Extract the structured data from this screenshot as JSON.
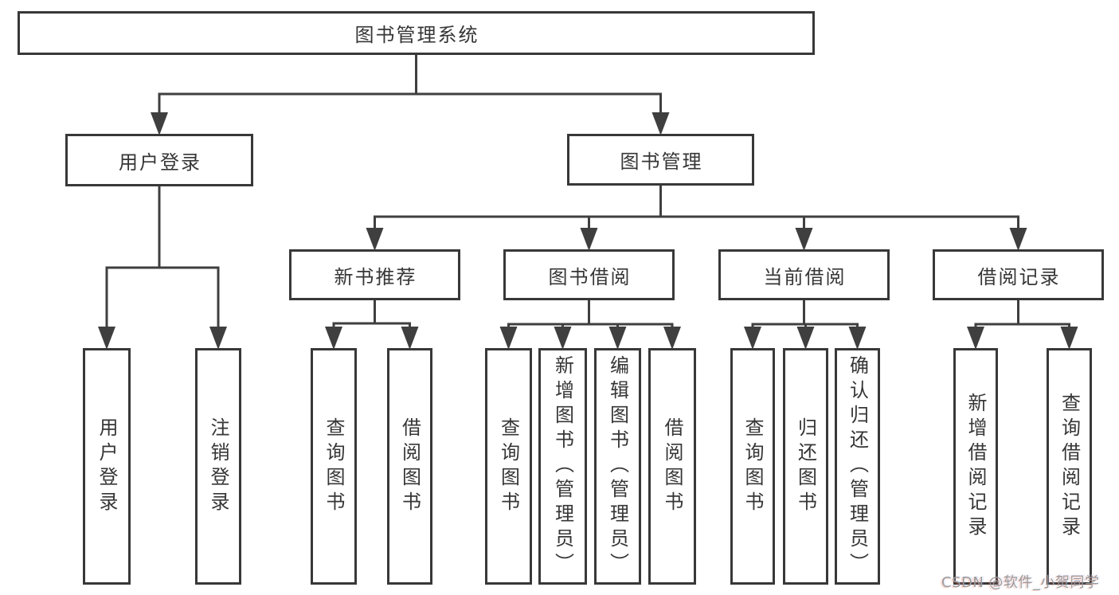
{
  "diagram": {
    "type": "hierarchy-tree",
    "title": "图书管理系统",
    "watermark": {
      "text": "CSDN @软件_小贺同学"
    },
    "colors": {
      "line": "#3f3f3f",
      "box_border": "#383838",
      "box_fill": "#ffffff",
      "text": "#363636",
      "watermark": "#9b9b9b"
    },
    "nodes": [
      {
        "id": "root",
        "label": "图书管理系统"
      },
      {
        "id": "user-login",
        "label": "用户登录"
      },
      {
        "id": "book-mgmt",
        "label": "图书管理"
      },
      {
        "id": "new-book-rec",
        "label": "新书推荐"
      },
      {
        "id": "book-borrow",
        "label": "图书借阅"
      },
      {
        "id": "current-borrow",
        "label": "当前借阅"
      },
      {
        "id": "borrow-records",
        "label": "借阅记录"
      },
      {
        "id": "user-login-leaf",
        "label": "用户登录"
      },
      {
        "id": "logout",
        "label": "注销登录"
      },
      {
        "id": "query-book-1",
        "label": "查询图书"
      },
      {
        "id": "borrow-book-1",
        "label": "借阅图书"
      },
      {
        "id": "query-book-2",
        "label": "查询图书"
      },
      {
        "id": "add-book-admin",
        "label": "新增图书（管理员）"
      },
      {
        "id": "edit-book-admin",
        "label": "编辑图书（管理员）"
      },
      {
        "id": "borrow-book-2",
        "label": "借阅图书"
      },
      {
        "id": "query-book-3",
        "label": "查询图书"
      },
      {
        "id": "return-book",
        "label": "归还图书"
      },
      {
        "id": "confirm-return-admin",
        "label": "确认归还（管理员）"
      },
      {
        "id": "add-borrow-record",
        "label": "新增借阅记录"
      },
      {
        "id": "query-borrow-record",
        "label": "查询借阅记录"
      }
    ],
    "edges": {
      "root": [
        "user-login",
        "book-mgmt"
      ],
      "user-login": [
        "user-login-leaf",
        "logout"
      ],
      "book-mgmt": [
        "new-book-rec",
        "book-borrow",
        "current-borrow",
        "borrow-records"
      ],
      "new-book-rec": [
        "query-book-1",
        "borrow-book-1"
      ],
      "book-borrow": [
        "query-book-2",
        "add-book-admin",
        "edit-book-admin",
        "borrow-book-2"
      ],
      "current-borrow": [
        "query-book-3",
        "return-book",
        "confirm-return-admin"
      ],
      "borrow-records": [
        "add-borrow-record",
        "query-borrow-record"
      ]
    }
  }
}
